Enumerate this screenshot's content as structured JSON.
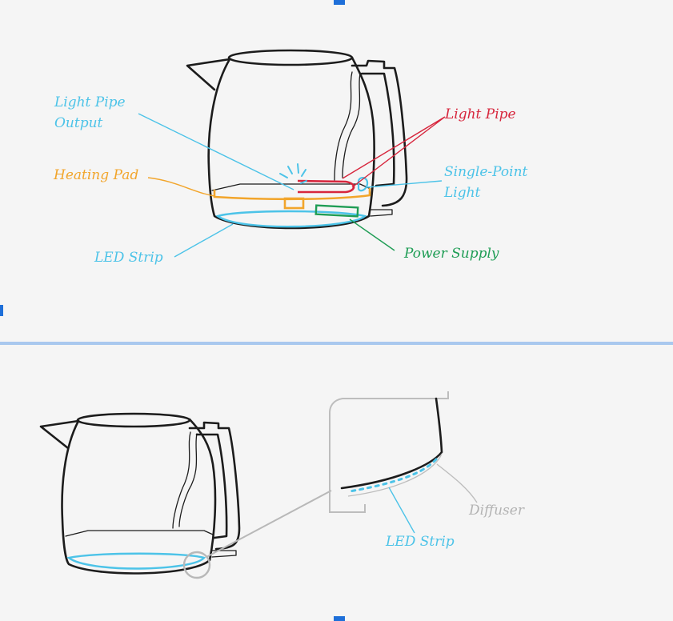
{
  "colors": {
    "background": "#f5f5f5",
    "divider": "#a9c8ee",
    "handle_marker": "#1e6fd9",
    "light_blue": "#4cc3e8",
    "red": "#d7263d",
    "orange": "#f2a52b",
    "green": "#1f9d55",
    "gray": "#b3b3b3",
    "ink": "#1c1c1c"
  },
  "top_diagram": {
    "labels": {
      "light_pipe_output_line1": "Light Pipe",
      "light_pipe_output_line2": "Output",
      "light_pipe": "Light Pipe",
      "heating_pad": "Heating Pad",
      "single_point_line1": "Single-Point",
      "single_point_line2": "Light",
      "led_strip": "LED Strip",
      "power_supply": "Power Supply"
    }
  },
  "bottom_diagram": {
    "labels": {
      "diffuser": "Diffuser",
      "led_strip": "LED Strip"
    }
  }
}
